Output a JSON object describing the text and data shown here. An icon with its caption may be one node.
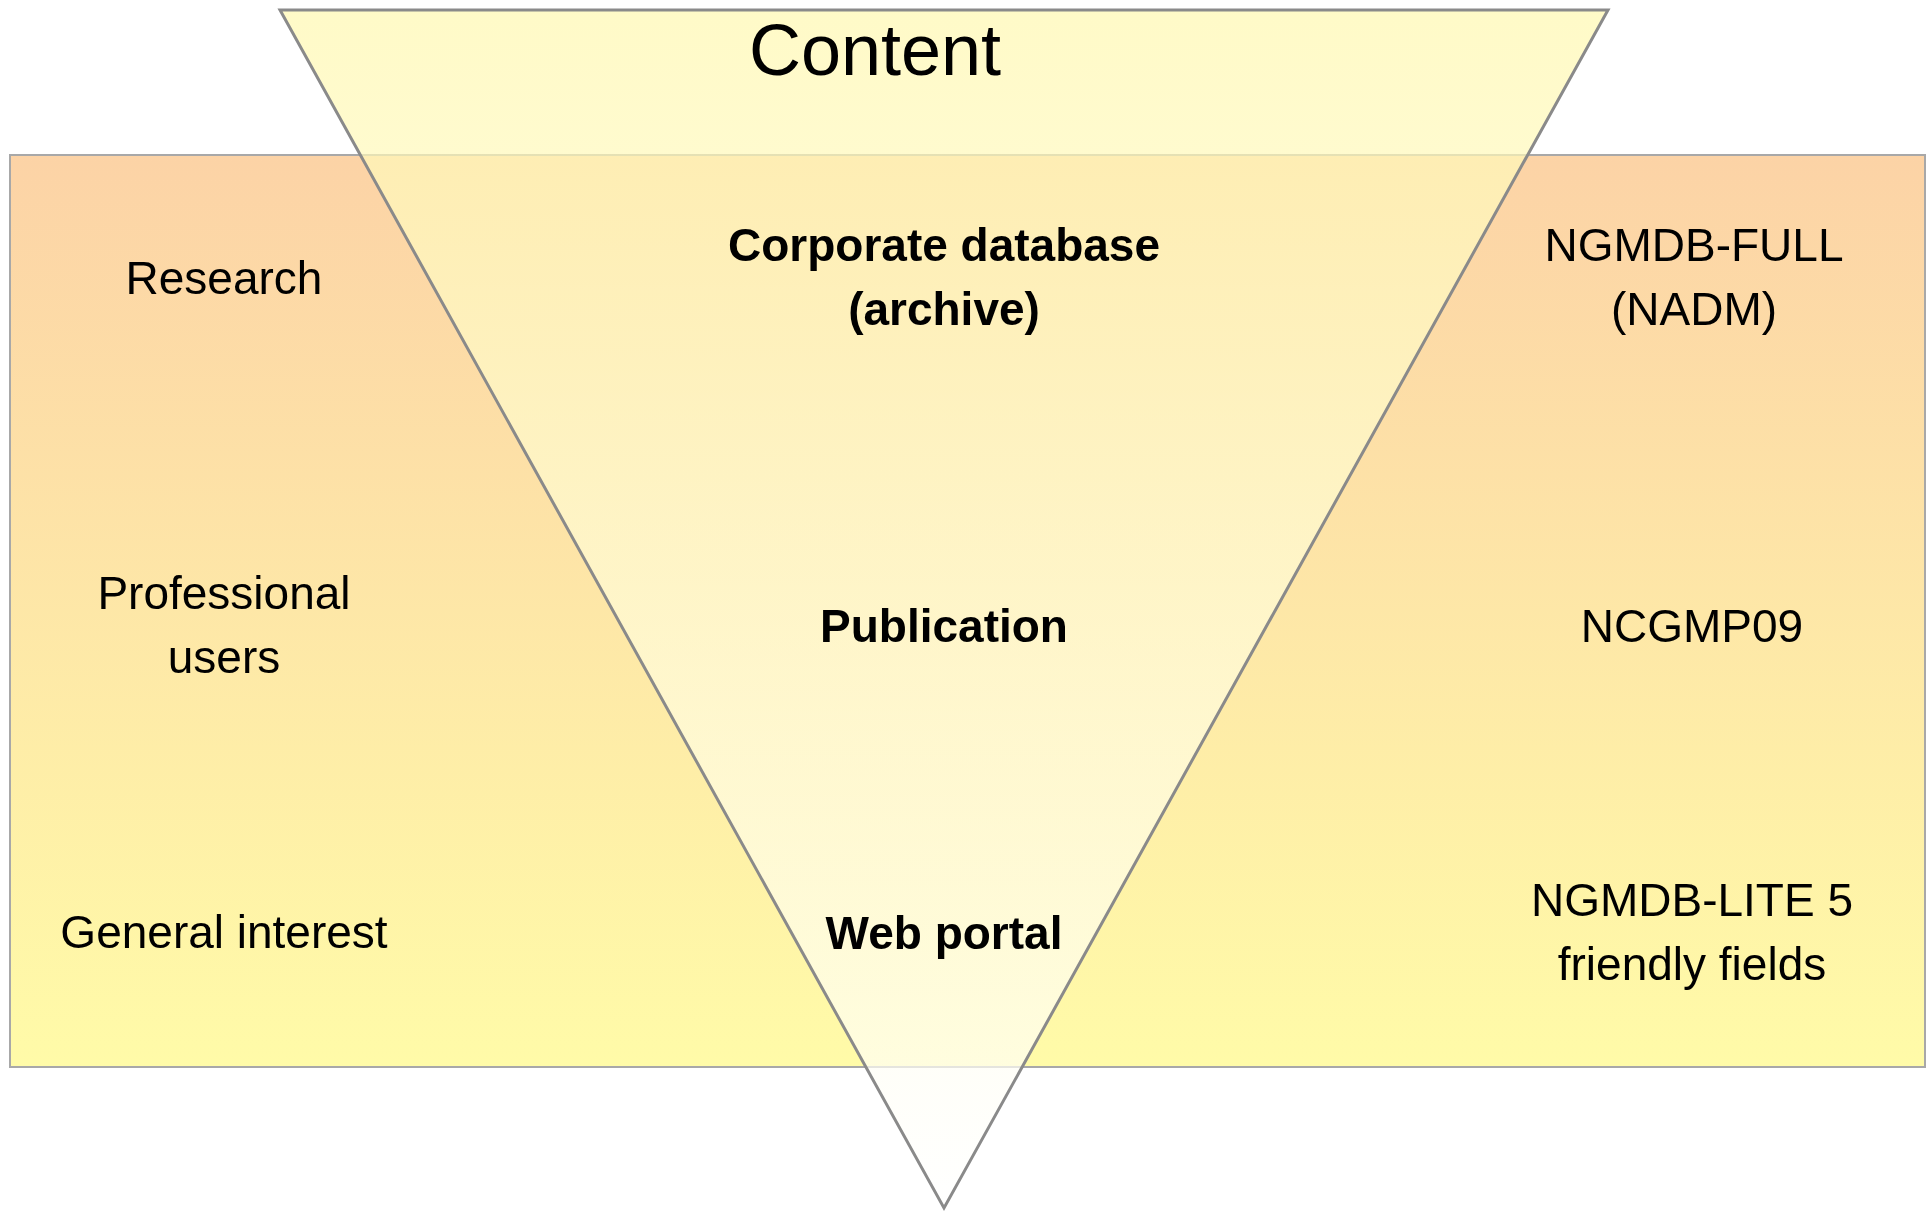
{
  "diagram": {
    "nodes": [
      {
        "text": [
          "Content"
        ]
      }
    ],
    "labels": [
      "Research",
      "Corporate database (archive)",
      "NGMDB-FULL (NADM)",
      "Professional users",
      "Publication",
      "NCGMP09",
      "General interest",
      "Web portal",
      "NGMDB-LITE 5 friendly fields"
    ]
  }
}
